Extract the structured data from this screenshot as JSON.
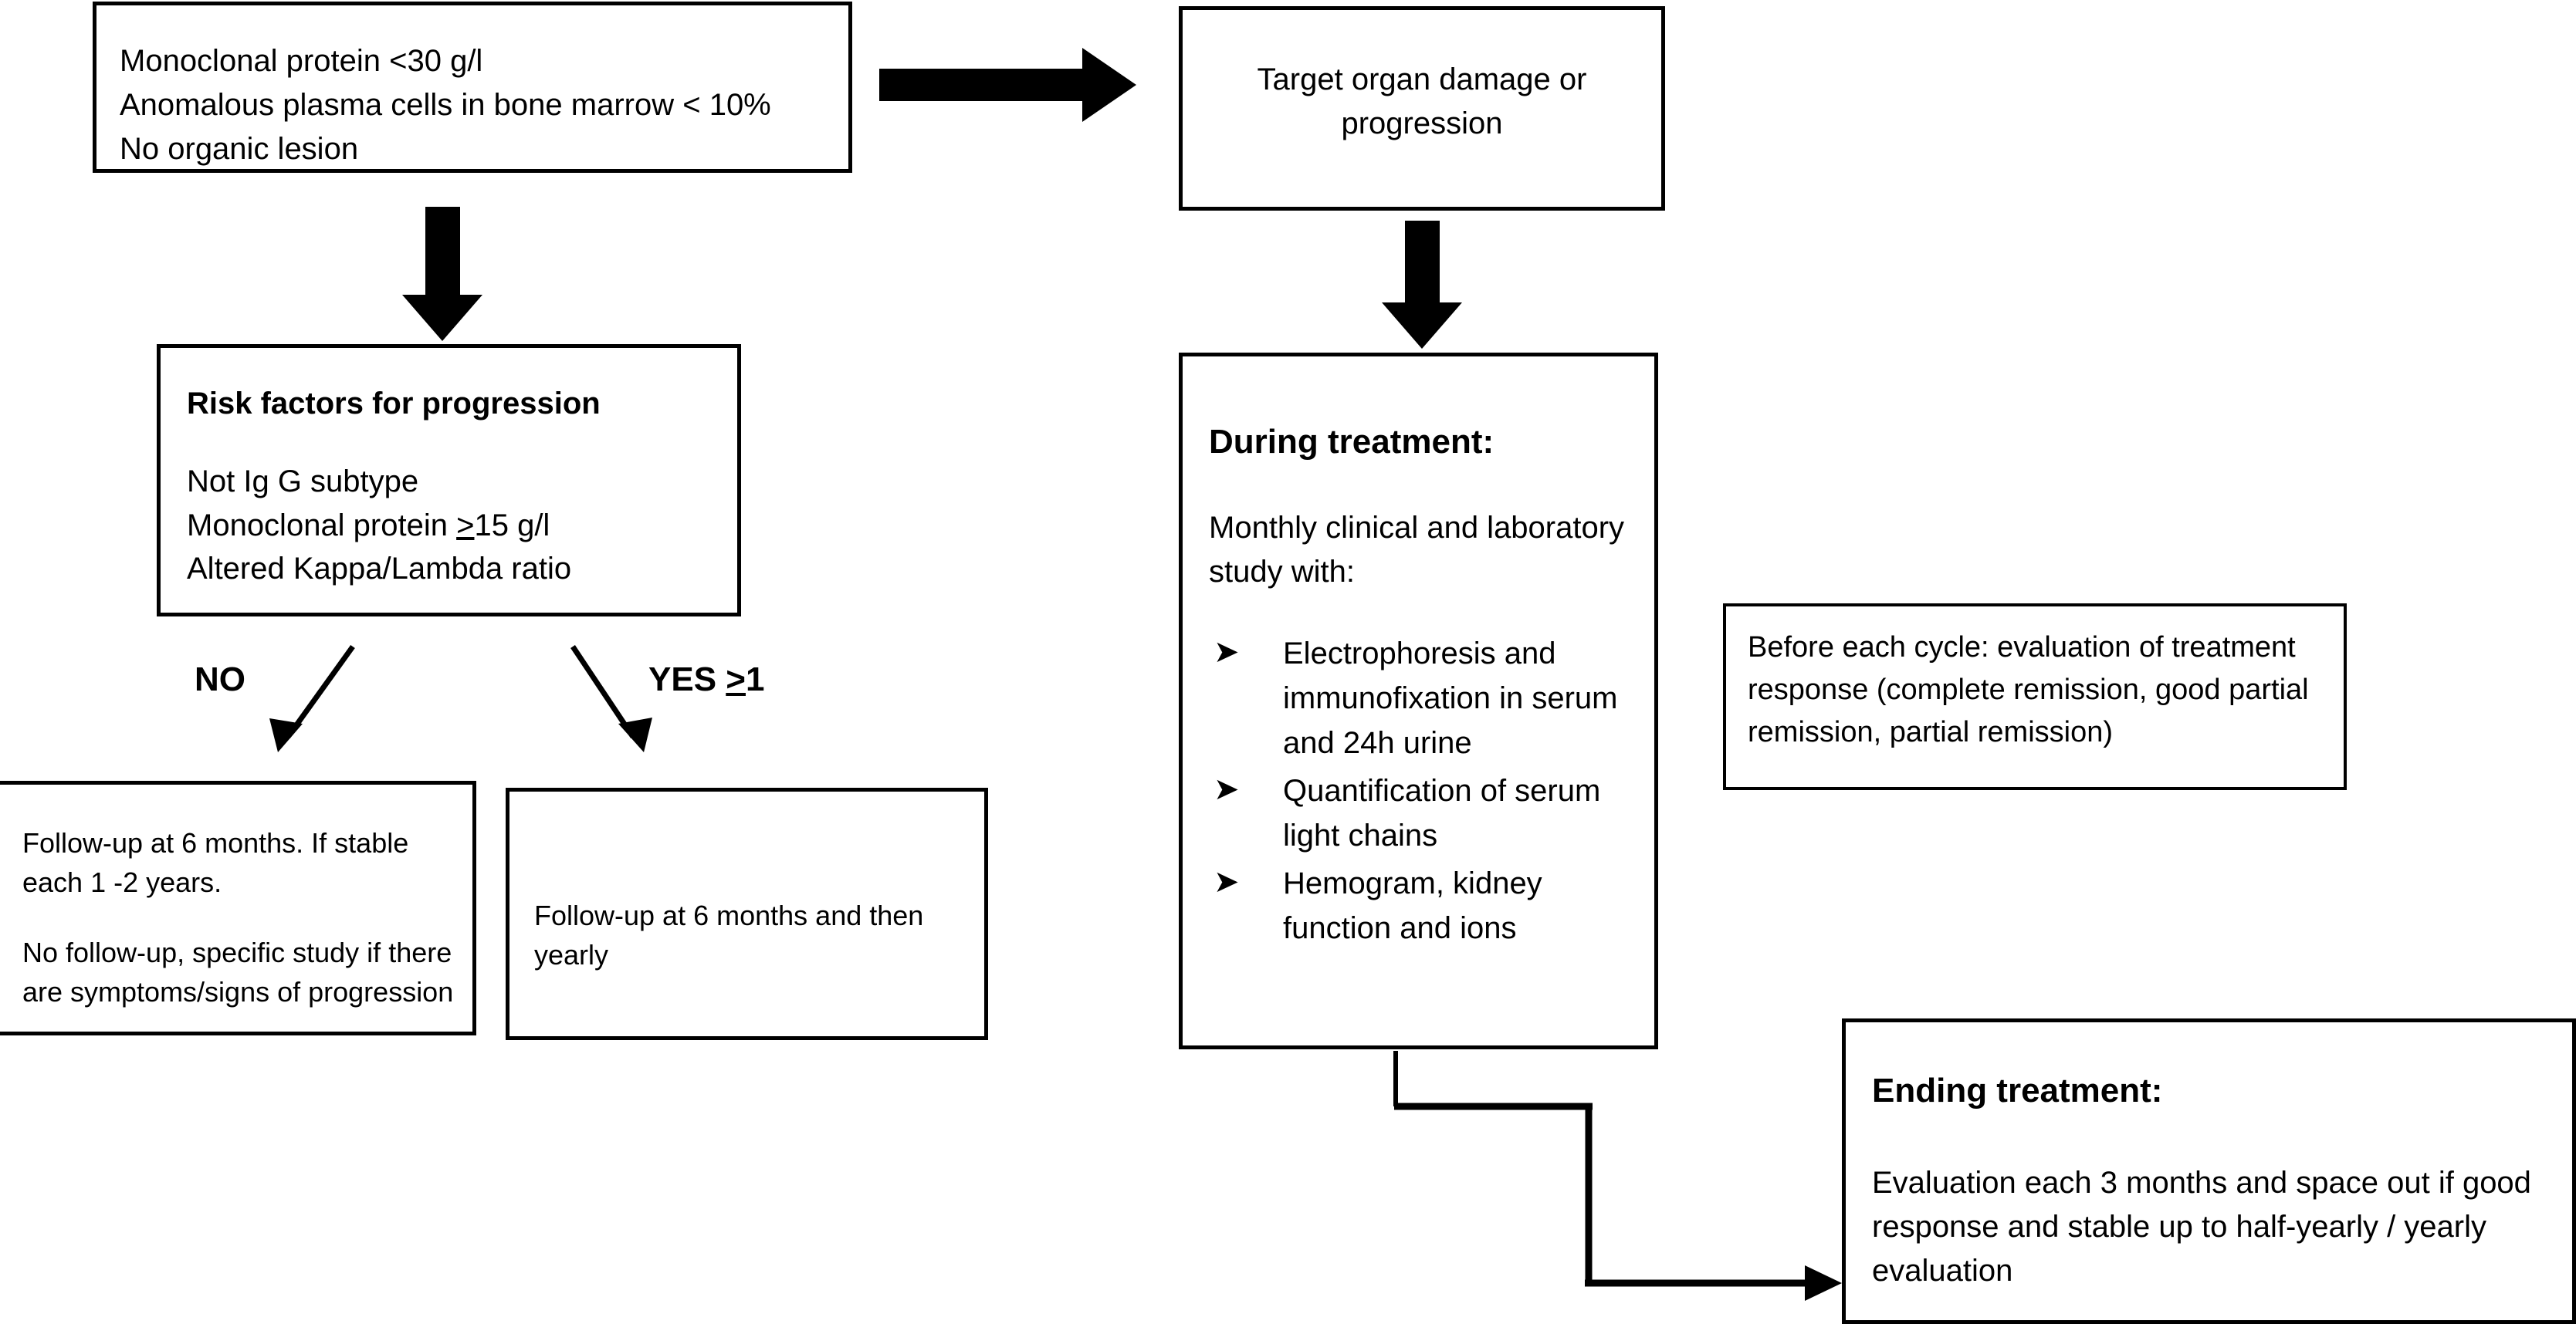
{
  "diagram": {
    "title": "Monoclonal gammopathy follow-up and treatment flowchart",
    "line_color": "#000000",
    "box_border_color": "#000000",
    "background_color": "#ffffff"
  },
  "boxes": {
    "criteria": {
      "line1": "Monoclonal protein <30 g/l",
      "line2": "Anomalous plasma cells in bone marrow  < 10%",
      "line3": "No organic lesion"
    },
    "target_organ": {
      "line1": "Target organ damage or",
      "line2": "progression"
    },
    "risk_factors": {
      "heading": "Risk factors for progression",
      "item1": "Not Ig G subtype",
      "item2_prefix": "Monoclonal protein ",
      "item2_symbol": ">",
      "item2_suffix": "15 g/l",
      "item3": "Altered Kappa/Lambda ratio"
    },
    "followup_no": {
      "para1": "Follow-up at 6 months. If stable each 1 -2 years.",
      "para2": "No follow-up, specific study if there are symptoms/signs of progression"
    },
    "followup_yes": {
      "para1": "Follow-up at 6  months and then yearly"
    },
    "during_treatment": {
      "heading": "During treatment:",
      "intro": "Monthly clinical and laboratory study with:",
      "bullet_marker": "arrow-bullet-icon",
      "bullets": [
        "Electrophoresis and immunofixation in serum and 24h urine",
        "Quantification of serum light chains",
        "Hemogram, kidney function and ions"
      ]
    },
    "before_each_cycle": {
      "text": "Before each cycle: evaluation of treatment response (complete remission, good partial remission, partial remission)"
    },
    "ending_treatment": {
      "heading": "Ending treatment:",
      "text": "Evaluation each 3 months and space out if good response and stable up to half-yearly / yearly evaluation"
    }
  },
  "edge_labels": {
    "no": "NO",
    "yes_prefix": "YES ",
    "yes_symbol": ">",
    "yes_suffix": "1"
  },
  "connectors": {
    "criteria_to_target": "block-arrow-right-icon",
    "criteria_to_risk": "block-arrow-down-icon",
    "target_to_during": "block-arrow-down-icon",
    "risk_to_followup_no": "thin-arrow-down-left-icon",
    "risk_to_followup_yes": "thin-arrow-down-right-icon",
    "during_to_ending": "elbow-arrow-right-icon"
  }
}
